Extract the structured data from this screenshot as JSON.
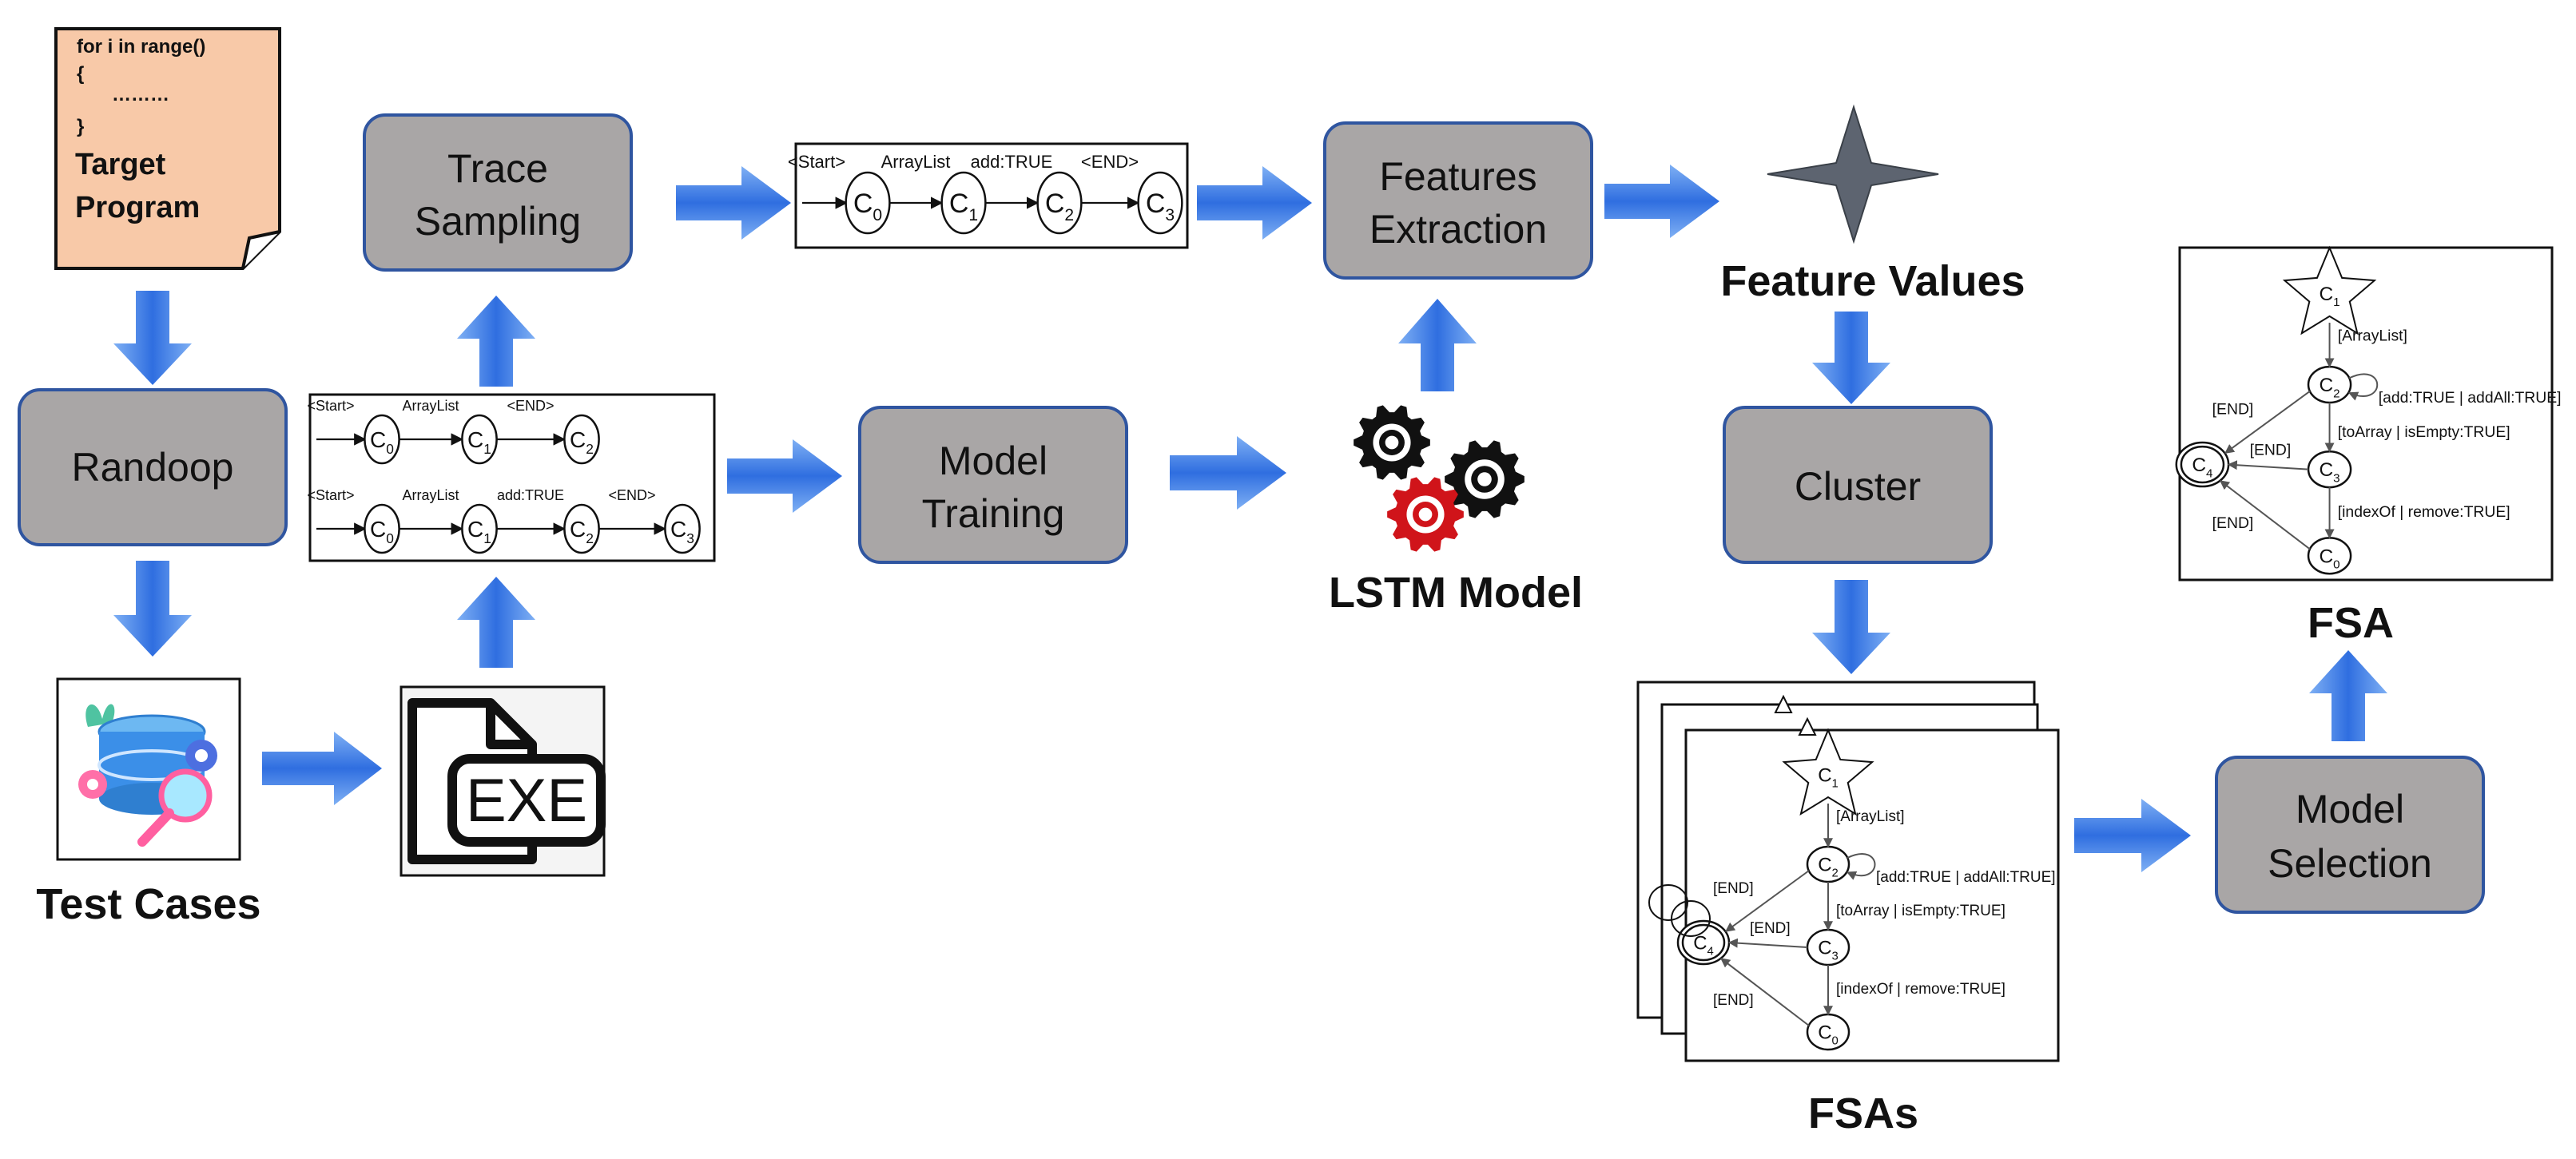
{
  "program": {
    "code_lines": [
      "for i in range()",
      "{",
      "    ………",
      "}"
    ],
    "title_lines": [
      "Target",
      "Program"
    ]
  },
  "boxes": {
    "randoop": "Randoop",
    "trace_sampling": [
      "Trace",
      "Sampling"
    ],
    "model_training": [
      "Model",
      "Training"
    ],
    "features_extraction": [
      "Features",
      "Extraction"
    ],
    "cluster": "Cluster",
    "model_selection": [
      "Model",
      "Selection"
    ]
  },
  "captions": {
    "test_cases": "Test Cases",
    "lstm_model": "LSTM Model",
    "feature_values": "Feature Values",
    "fsas": "FSAs",
    "fsa": "FSA"
  },
  "exe_label": "EXE",
  "traces": {
    "top": {
      "labels": [
        "<Start>",
        "ArrayList",
        "add:TRUE",
        "<END>"
      ],
      "nodes": [
        {
          "base": "C",
          "sub": "0"
        },
        {
          "base": "C",
          "sub": "1"
        },
        {
          "base": "C",
          "sub": "2"
        },
        {
          "base": "C",
          "sub": "3"
        }
      ]
    },
    "left_row1": {
      "labels": [
        "<Start>",
        "ArrayList",
        "<END>"
      ],
      "nodes": [
        {
          "base": "C",
          "sub": "0"
        },
        {
          "base": "C",
          "sub": "1"
        },
        {
          "base": "C",
          "sub": "2"
        }
      ]
    },
    "left_row2": {
      "labels": [
        "<Start>",
        "ArrayList",
        "add:TRUE",
        "<END>"
      ],
      "nodes": [
        {
          "base": "C",
          "sub": "0"
        },
        {
          "base": "C",
          "sub": "1"
        },
        {
          "base": "C",
          "sub": "2"
        },
        {
          "base": "C",
          "sub": "3"
        }
      ]
    }
  },
  "fsa": {
    "nodes": {
      "start": {
        "base": "C",
        "sub": "1"
      },
      "n2": {
        "base": "C",
        "sub": "2"
      },
      "n3": {
        "base": "C",
        "sub": "3"
      },
      "n4": {
        "base": "C",
        "sub": "4"
      },
      "n0": {
        "base": "C",
        "sub": "0"
      }
    },
    "edge_labels": {
      "arraylist": "[ArrayList]",
      "add": "[add:TRUE | addAll:TRUE]",
      "toarray": "[toArray | isEmpty:TRUE]",
      "indexof": "[indexOf | remove:TRUE]",
      "end": "[END]"
    }
  },
  "colors": {
    "box_fill": "#a9a6a6",
    "box_border": "#2f55a0",
    "arrow": "#3d7bdc",
    "program_note": "#f8c9a8",
    "gear_red": "#d0141a",
    "gear_black": "#111111",
    "star": "#5d6470"
  }
}
